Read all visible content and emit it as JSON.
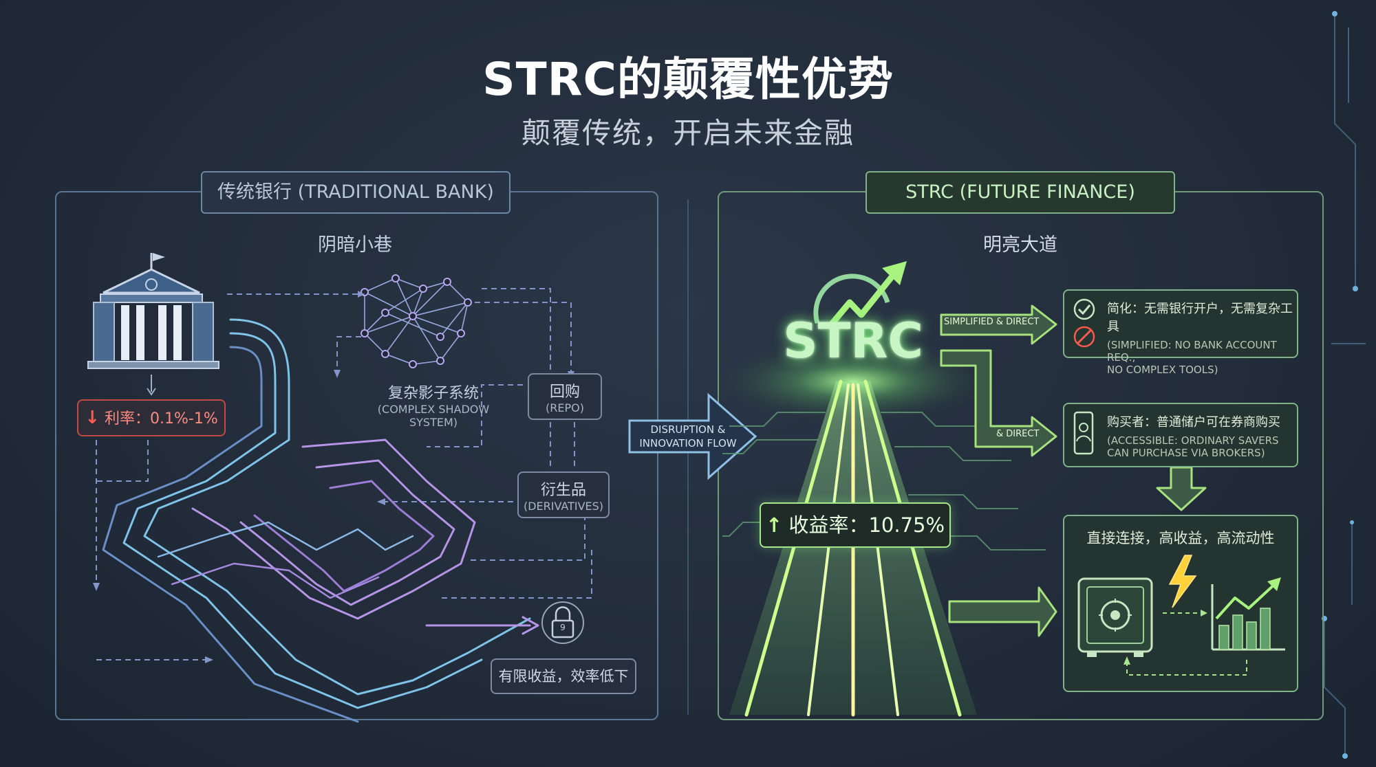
{
  "title": "STRC的颠覆性优势",
  "subtitle": "颠覆传统，开启未来金融",
  "left": {
    "tag": "传统银行 (TRADITIONAL BANK)",
    "heading": "阴暗小巷",
    "rate": "利率：0.1%-1%",
    "shadow_label": "复杂影子系统",
    "shadow_sub_1": "(COMPLEX SHADOW",
    "shadow_sub_2": "SYSTEM)",
    "repo_label": "回购",
    "repo_sub": "(REPO)",
    "deriv_label": "衍生品",
    "deriv_sub": "(DERIVATIVES)",
    "lock_mark": "9",
    "limited": "有限收益，效率低下"
  },
  "middle": {
    "flow_1": "DISRUPTION &",
    "flow_2": "INNOVATION FLOW"
  },
  "right": {
    "tag": "STRC (FUTURE FINANCE)",
    "heading": "明亮大道",
    "logo": "STRC",
    "arrow_1": "SIMPLIFIED & DIRECT",
    "arrow_2": "& DIRECT",
    "yield": "收益率：10.75%",
    "feat1_title": "简化：无需银行开户，无需复杂工具",
    "feat1_sub_1": "(SIMPLIFIED: NO BANK ACCOUNT REQ.,",
    "feat1_sub_2": "NO COMPLEX TOOLS)",
    "feat2_title": "购买者：普通储户可在券商购买",
    "feat2_sub_1": "(ACCESSIBLE: ORDINARY SAVERS",
    "feat2_sub_2": "CAN PURCHASE VIA BROKERS)",
    "result_title": "直接连接，高收益，高流动性"
  },
  "colors": {
    "accent_green": "#7df07a",
    "accent_blue": "#7fc4e8",
    "accent_purple": "#b694e6",
    "alert_red": "#ff5a4f"
  },
  "icons": [
    "bank-icon",
    "network-icon",
    "lock-icon",
    "check-icon",
    "cancel-icon",
    "phone-user-icon",
    "safe-icon",
    "lightning-icon",
    "growth-chart-icon"
  ]
}
